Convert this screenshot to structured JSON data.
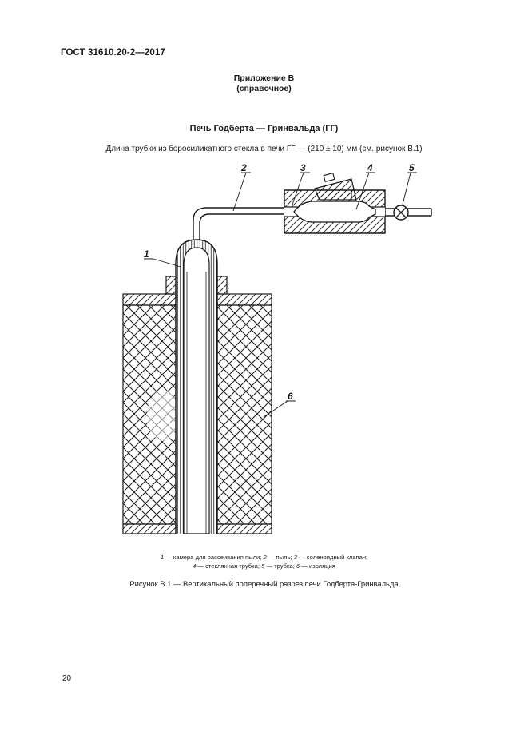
{
  "header": {
    "doc_id": "ГОСТ 31610.20-2—2017"
  },
  "annex": {
    "title": "Приложение В",
    "kind": "(справочное)"
  },
  "figure_heading": "Печь Годберта — Гринвальда (ГГ)",
  "intro_text": "Длина трубки из боросиликатного стекла в печи ГГ — (210 ± 10) мм (см. рисунок В.1)",
  "figure": {
    "callouts": [
      "1",
      "2",
      "3",
      "4",
      "5",
      "6"
    ],
    "legend": [
      {
        "num": "1",
        "text": " — камера для рассеивания пыли; "
      },
      {
        "num": "2",
        "text": " — пыль; "
      },
      {
        "num": "3",
        "text": " — соленоидный клапан;"
      },
      {
        "num": "4",
        "text": " — стеклянная трубка; "
      },
      {
        "num": "5",
        "text": " — трубка; "
      },
      {
        "num": "6",
        "text": " — изоляция"
      }
    ],
    "caption": "Рисунок В.1 — Вертикальный поперечный разрез печи Годберта-Гринвальда"
  },
  "footer": {
    "page_number": "20"
  }
}
